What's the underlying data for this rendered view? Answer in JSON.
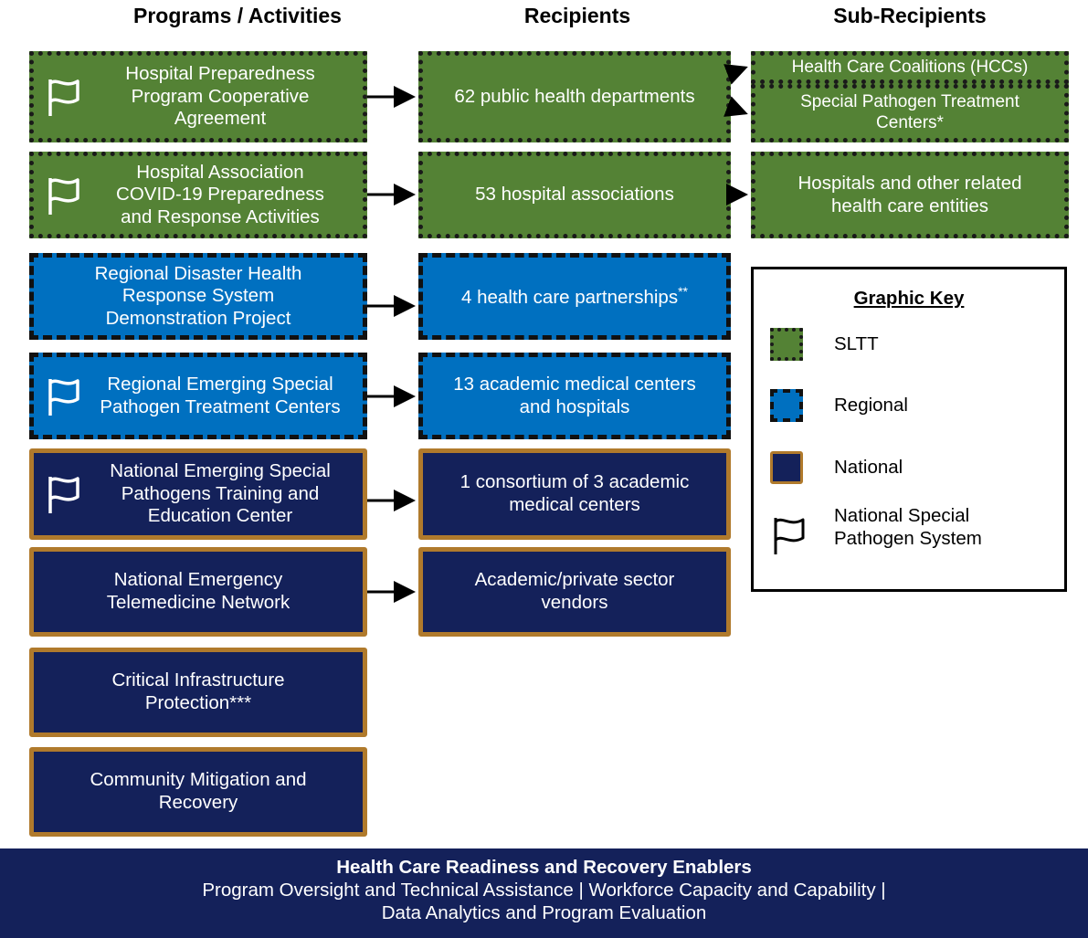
{
  "headers": {
    "programs": "Programs / Activities",
    "recipients": "Recipients",
    "sub_recipients": "Sub-Recipients"
  },
  "programs": [
    {
      "label": "Hospital Preparedness\nProgram Cooperative\nAgreement",
      "category": "SLTT",
      "flag": true
    },
    {
      "label": "Hospital Association\nCOVID-19 Preparedness\nand Response Activities",
      "category": "SLTT",
      "flag": true
    },
    {
      "label": "Regional Disaster Health\nResponse System\nDemonstration Project",
      "category": "Regional",
      "flag": false
    },
    {
      "label": "Regional Emerging Special\nPathogen Treatment Centers",
      "category": "Regional",
      "flag": true
    },
    {
      "label": "National Emerging Special\nPathogens Training and\nEducation Center",
      "category": "National",
      "flag": true
    },
    {
      "label": "National Emergency\nTelemedicine Network",
      "category": "National",
      "flag": false
    },
    {
      "label": "Critical Infrastructure\nProtection***",
      "category": "National",
      "flag": false
    },
    {
      "label": "Community Mitigation and\nRecovery",
      "category": "National",
      "flag": false
    }
  ],
  "recipients": [
    {
      "label": "62 public health departments",
      "category": "SLTT"
    },
    {
      "label": "53 hospital associations",
      "category": "SLTT"
    },
    {
      "label": "4 health care partnerships",
      "superscript": "**",
      "category": "Regional"
    },
    {
      "label": "13 academic medical centers\nand hospitals",
      "category": "Regional"
    },
    {
      "label": "1 consortium of 3 academic\nmedical centers",
      "category": "National"
    },
    {
      "label": "Academic/private sector\nvendors",
      "category": "National"
    }
  ],
  "sub_recipients": [
    {
      "label": "Health Care Coalitions (HCCs)",
      "category": "SLTT"
    },
    {
      "label": "Special Pathogen Treatment\nCenters*",
      "category": "SLTT"
    },
    {
      "label": "Hospitals and other related\nhealth care entities",
      "category": "SLTT"
    }
  ],
  "graphic_key": {
    "title": "Graphic Key",
    "items": [
      {
        "label": "SLTT",
        "style": "sltt"
      },
      {
        "label": "Regional",
        "style": "regional"
      },
      {
        "label": "National",
        "style": "national"
      },
      {
        "label": "National Special\nPathogen System",
        "style": "flag"
      }
    ]
  },
  "footer": {
    "title": "Health Care Readiness and Recovery Enablers",
    "line1": "Program Oversight and Technical Assistance | Workforce Capacity and Capability |",
    "line2": "Data Analytics and Program Evaluation"
  },
  "colors": {
    "sltt_fill": "#548235",
    "regional_fill": "#0070c0",
    "national_fill": "#14215a",
    "national_border": "#b07a2c"
  }
}
